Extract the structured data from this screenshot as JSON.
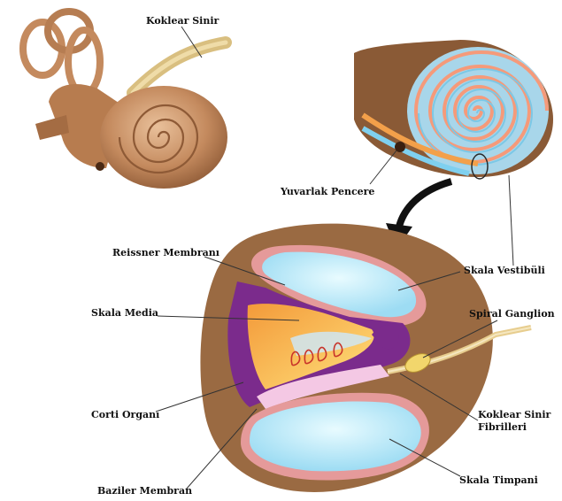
{
  "labels": {
    "koklear_sinir": "Koklear Sinir",
    "yuvarlak_pencere": "Yuvarlak Pencere",
    "reissner": "Reissner Membranı",
    "skala_vestibuli": "Skala Vestibüli",
    "skala_media": "Skala Media",
    "spiral_ganglion": "Spiral Ganglion",
    "corti": "Corti Organı",
    "koklear_fibril_1": "Koklear Sinir",
    "koklear_fibril_2": "Fibrilleri",
    "skala_timpani": "Skala Timpani",
    "baziler": "Baziler Membran"
  },
  "colors": {
    "bone": "#9a6a42",
    "snail": "#c48a5e",
    "nerve": "#dcc48c",
    "fluid": "#bfe9f7",
    "membrane": "#e59a9a",
    "media": "#f7b24d",
    "purple": "#7b2b8c",
    "pink": "#f4c8e4"
  }
}
